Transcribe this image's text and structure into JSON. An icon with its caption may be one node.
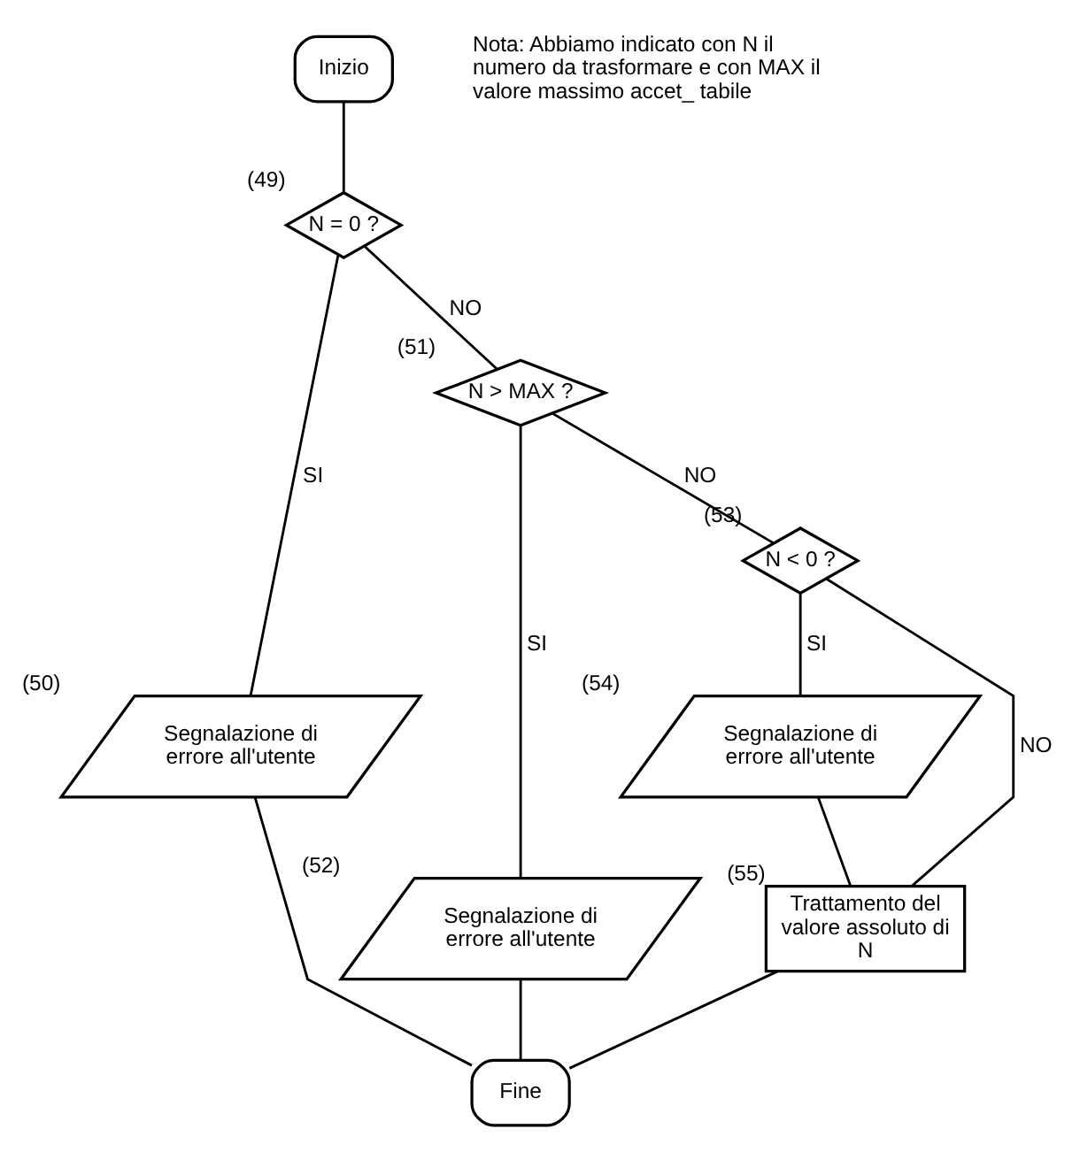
{
  "diagram": {
    "nodes": [
      {
        "text": [
          "Inizio"
        ]
      },
      {
        "text": [
          "N = 0 ?"
        ],
        "beside": [
          "(49)"
        ]
      },
      {
        "text": [
          "N > MAX ?"
        ],
        "beside": [
          "(51)"
        ]
      },
      {
        "text": [
          "N < 0 ?"
        ],
        "beside": [
          "(53)"
        ]
      },
      {
        "text": [
          "Segnalazione di errore all'utente"
        ],
        "beside": [
          "(50)"
        ]
      },
      {
        "text": [
          "Segnalazione di errore all'utente"
        ],
        "beside": [
          "(52)"
        ]
      },
      {
        "text": [
          "Segnalazione di errore all'utente"
        ],
        "beside": [
          "(54)"
        ]
      },
      {
        "text": [
          "Trattamento del valore assoluto di N"
        ],
        "beside": [
          "(55)"
        ]
      },
      {
        "text": [
          "Fine"
        ]
      }
    ],
    "edges": [
      {
        "from": 0,
        "to": 1,
        "arrow": "none"
      },
      {
        "from": 1,
        "to": 4,
        "arrow": "none",
        "label": "SI"
      },
      {
        "from": 1,
        "to": 2,
        "arrow": "none",
        "label": "NO"
      },
      {
        "from": 2,
        "to": 5,
        "arrow": "none",
        "label": "SI"
      },
      {
        "from": 2,
        "to": 3,
        "arrow": "none",
        "label": "NO"
      },
      {
        "from": 3,
        "to": 6,
        "arrow": "none",
        "label": "SI"
      },
      {
        "from": 3,
        "to": 7,
        "arrow": "none",
        "label": "NO"
      },
      {
        "from": 6,
        "to": 7,
        "arrow": "none"
      },
      {
        "from": 4,
        "to": 8,
        "arrow": "none"
      },
      {
        "from": 5,
        "to": 8,
        "arrow": "none"
      },
      {
        "from": 7,
        "to": 8,
        "arrow": "none"
      }
    ],
    "labels": [
      "Nota: Abbiamo indicato con N il numero da trasformare e con MAX il valore massimo accet_ tabile"
    ]
  }
}
